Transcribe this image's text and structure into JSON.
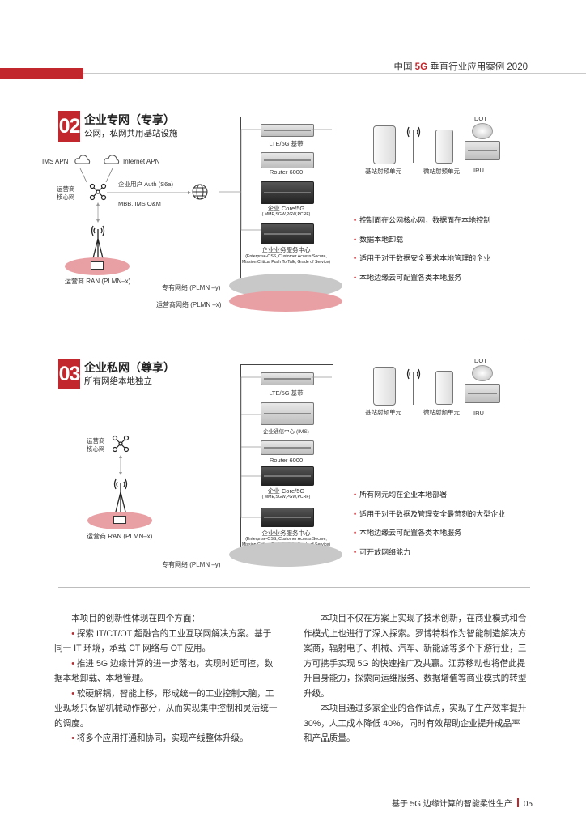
{
  "header": {
    "pre": "中国 ",
    "accent": "5G",
    "post": " 垂直行业应用案例 2020"
  },
  "sec02": {
    "num": "02",
    "title": "企业专网（专享）",
    "subtitle": "公网，私网共用基站设施",
    "ims_apn": "IMS APN",
    "internet_apn": "Internet APN",
    "core_label": "运营商\n核心网",
    "auth_label": "企业用户 Auth (S6a)",
    "mbb_label": "MBB, IMS O&M",
    "ran_label": "运营商 RAN (PLMN–x)",
    "rack": [
      {
        "label": "LTE/5G 基带"
      },
      {
        "label": "Router 6000"
      },
      {
        "label": "企业 Core/5G",
        "sub": "( MME,SGW,PGW,PCRF)"
      },
      {
        "label": "企业业务服务中心",
        "sub": "(Enterprise-OSS, Customer Access Secure,\nMission Critical Push To Talk, Grade of Service)"
      }
    ],
    "net_y": "专有网络 (PLMN –y)",
    "net_x": "运营商网络 (PLMN –x)",
    "devices": {
      "base": "基站射频单元",
      "micro": "微站射频单元",
      "dot": "DOT",
      "iru": "IRU"
    },
    "bullets": [
      "控制面在公网核心网，数据面在本地控制",
      "数据本地卸载",
      "适用于对于数据安全要求本地管理的企业",
      "本地边缘云可配置各类本地服务"
    ]
  },
  "sec03": {
    "num": "03",
    "title": "企业私网（尊享）",
    "subtitle": "所有网络本地独立",
    "core_label": "运营商\n核心网",
    "ran_label": "运营商 RAN (PLMN–x)",
    "rack": [
      {
        "label": "LTE/5G 基带"
      },
      {
        "label": "企业通信中心 (IMS)"
      },
      {
        "label": "Router 6000"
      },
      {
        "label": "企业 Core/5G",
        "sub": "( MME,SGW,PGW,PCRF)"
      },
      {
        "label": "企业业务服务中心",
        "sub": "(Enterprise-OSS, Customer Access Secure,\nMission Critical Push To Talk, Grade of Service)"
      }
    ],
    "net_y": "专有网络 (PLMN –y)",
    "devices": {
      "base": "基站射频单元",
      "micro": "微站射频单元",
      "dot": "DOT",
      "iru": "IRU"
    },
    "bullets": [
      "所有网元均在企业本地部署",
      "适用于对于数据及管理安全最苛刻的大型企业",
      "本地边缘云可配置各类本地服务",
      "可开放网络能力"
    ]
  },
  "body": {
    "left": [
      {
        "bullet": false,
        "text": "本项目的创新性体现在四个方面："
      },
      {
        "bullet": true,
        "text": "探索 IT/CT/OT 超融合的工业互联网解决方案。基于同一 IT 环境，承载 CT 网络与 OT 应用。"
      },
      {
        "bullet": true,
        "text": "推进 5G 边缘计算的进一步落地，实现时延可控，数据本地卸载、本地管理。"
      },
      {
        "bullet": true,
        "text": "软硬解耦，智能上移，形成统一的工业控制大脑，工业现场只保留机械动作部分，从而实现集中控制和灵活统一的调度。"
      },
      {
        "bullet": true,
        "text": "将多个应用打通和协同，实现产线整体升级。"
      }
    ],
    "right": [
      "本项目不仅在方案上实现了技术创新，在商业模式和合作模式上也进行了深入探索。罗博特科作为智能制造解决方案商，辐射电子、机械、汽车、新能源等多个下游行业，三方可携手实现 5G 的快速推广及共赢。江苏移动也将借此提升自身能力，探索向运维服务、数据增值等商业模式的转型升级。",
      "本项目通过多家企业的合作试点，实现了生产效率提升 30%，人工成本降低 40%，同时有效帮助企业提升成品率和产品质量。"
    ]
  },
  "footer": {
    "title": "基于 5G 边缘计算的智能柔性生产",
    "page": "05"
  },
  "colors": {
    "accent": "#c1272d",
    "ellipse_pink": "#e8a0a4",
    "ellipse_gray": "#c8c8c8"
  }
}
